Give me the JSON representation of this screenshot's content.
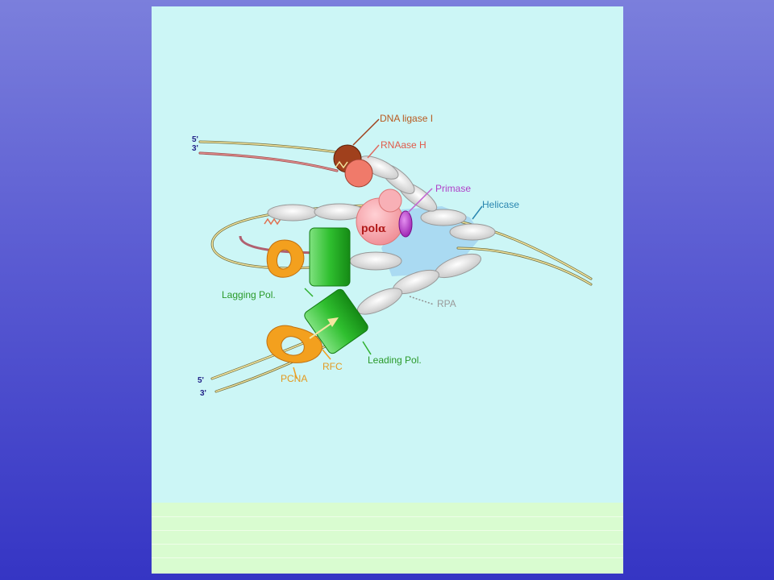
{
  "labels": {
    "dna_ligase": "DNA ligase I",
    "rnase_h": "RNAase H",
    "primase": "Primase",
    "helicase": "Helicase",
    "pol_alpha_prefix": "pol",
    "pol_alpha_greek": "α",
    "lagging_pol": "Lagging Pol.",
    "rpa": "RPA",
    "leading_pol": "Leading Pol.",
    "rfc": "RFC",
    "pcna": "PCNA",
    "top_5": "5'",
    "top_3": "3'",
    "bottom_5": "5'",
    "bottom_3": "3'"
  },
  "colors": {
    "panel_bg": "#ccf6f6",
    "footer_bg": "#d9fcd0",
    "ligase": "#cc5522",
    "rnase": "#e06a60",
    "primase": "#b040c8",
    "helicase": "#2a86b0",
    "polymerase": "#2fb02f",
    "pcna": "#f0a020",
    "pol_alpha": "#f6a0a6",
    "strand": "#f3e6a0"
  }
}
